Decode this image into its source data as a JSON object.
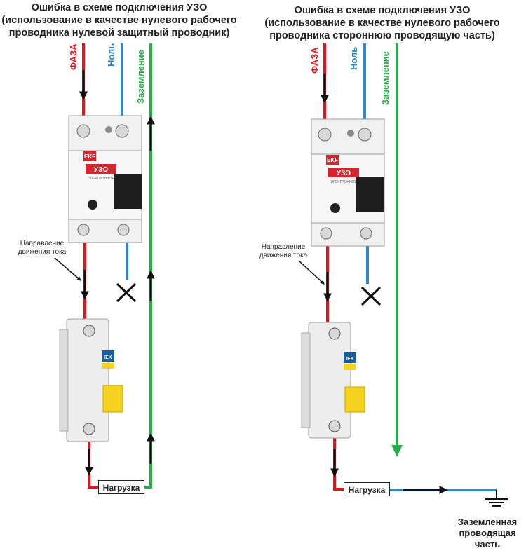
{
  "left": {
    "title": [
      "Ошибка в схеме подключения УЗО",
      "(использование в качестве нулевого рабочего",
      "проводника нулевой защитный проводник)"
    ],
    "labels": {
      "phase": "ФАЗА",
      "neutral": "Ноль",
      "ground": "Заземление"
    },
    "current_note": [
      "Направление",
      "движения тока"
    ],
    "load": "Нагрузка"
  },
  "right": {
    "title": [
      "Ошибка в схеме подключения УЗО",
      "(использование в качестве нулевого рабочего",
      "проводника стороннюю проводящую часть)"
    ],
    "labels": {
      "phase": "ФАЗА",
      "neutral": "Ноль",
      "ground": "Заземление"
    },
    "current_note": [
      "Направление",
      "движения тока"
    ],
    "load": "Нагрузка",
    "grounded_part": [
      "Заземленная",
      "проводящая",
      "часть"
    ]
  },
  "device": {
    "rcd_brand": "EKF",
    "rcd_name": "УЗО",
    "rcd_subtitle": "ЭЛЕКТРОННОЕ",
    "breaker_brand": "IEK"
  },
  "colors": {
    "phase": "#e0141c",
    "neutral": "#2e86c8",
    "ground": "#27ae4a",
    "arrow": "#111111"
  }
}
